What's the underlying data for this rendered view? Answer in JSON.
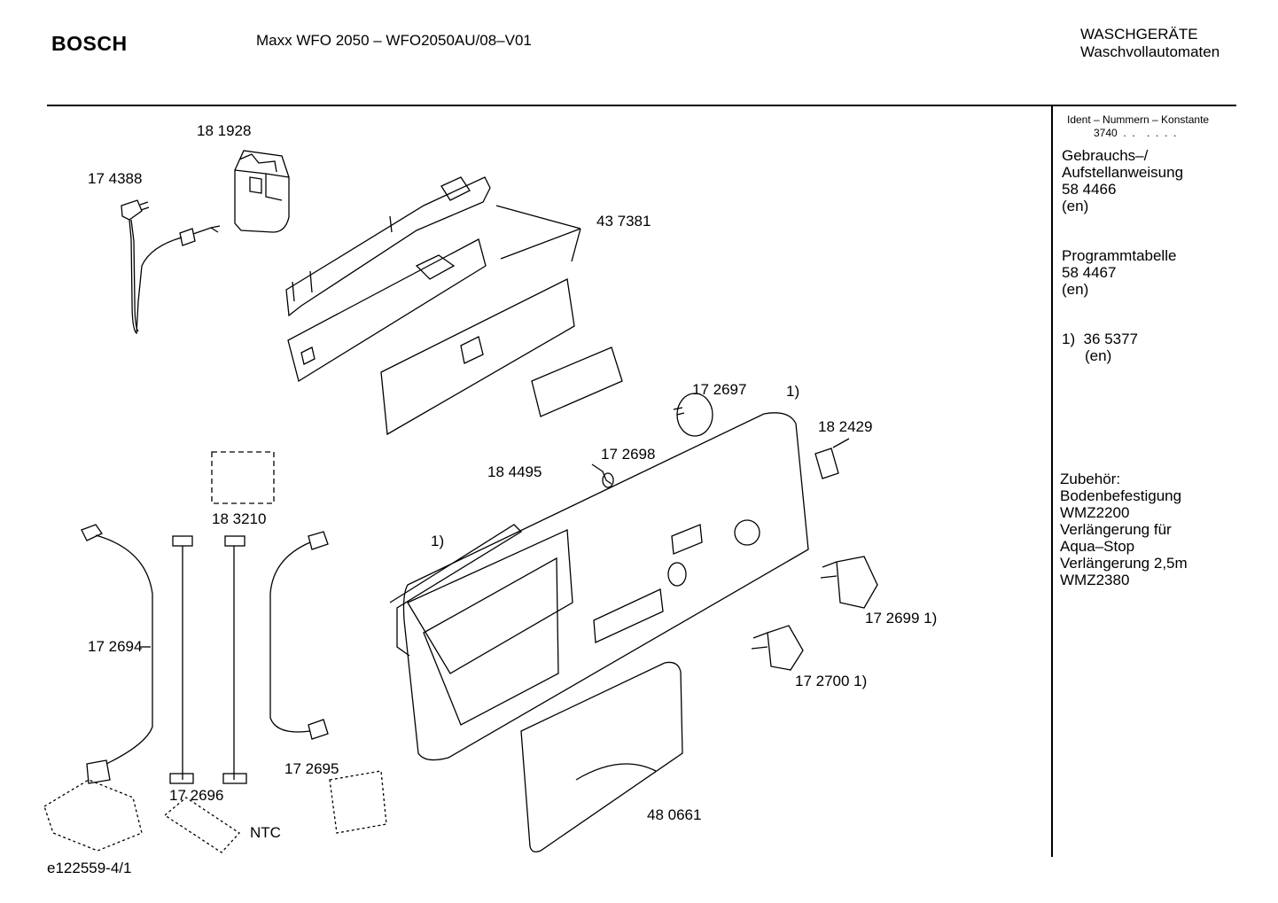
{
  "header": {
    "brand": "BOSCH",
    "model": "Maxx WFO 2050 – WFO2050AU/08–V01",
    "category_line1": "WASCHGERÄTE",
    "category_line2": "Waschvollautomaten"
  },
  "sidebar": {
    "ident_title": "Ident – Nummern – Konstante",
    "ident_value": "3740  .  .    .  .  .  .",
    "manual_line1": "Gebrauchs–/",
    "manual_line2": "Aufstellanweisung",
    "manual_number": "58 4466",
    "manual_lang": "(en)",
    "program_title": "Programmtabelle",
    "program_number": "58 4467",
    "program_lang": "(en)",
    "footnote_line": "1)  36 5377",
    "footnote_lang": "(en)",
    "accessories_title": "Zubehör:",
    "acc_1": "Bodenbefestigung",
    "acc_2": "WMZ2200",
    "acc_3": "Verlängerung für",
    "acc_4": "Aqua–Stop",
    "acc_5": "Verlängerung 2,5m",
    "acc_6": "WMZ2380"
  },
  "parts": {
    "p181928": "18 1928",
    "p174388": "17 4388",
    "p437381": "43 7381",
    "p172697": "17 2697",
    "fn_top": "1)",
    "p182429": "18 2429",
    "p184495": "18 4495",
    "p172698": "17 2698",
    "p183210": "18 3210",
    "fn_left": "1)",
    "p172694": "17 2694",
    "p172699": "17 2699 1)",
    "p172700": "17 2700 1)",
    "p172695": "17 2695",
    "p172696": "17 2696",
    "ntc": "NTC",
    "p480661": "48 0661"
  },
  "footer": {
    "drawing_id": "e122559-4/1"
  }
}
